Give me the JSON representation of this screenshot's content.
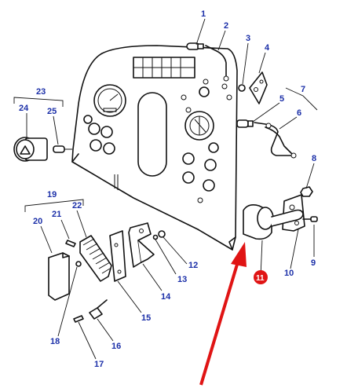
{
  "callouts": [
    {
      "n": "1"
    },
    {
      "n": "2"
    },
    {
      "n": "3"
    },
    {
      "n": "4"
    },
    {
      "n": "5"
    },
    {
      "n": "6"
    },
    {
      "n": "7"
    },
    {
      "n": "8"
    },
    {
      "n": "9"
    },
    {
      "n": "10"
    },
    {
      "n": "11"
    },
    {
      "n": "12"
    },
    {
      "n": "13"
    },
    {
      "n": "14"
    },
    {
      "n": "15"
    },
    {
      "n": "16"
    },
    {
      "n": "17"
    },
    {
      "n": "18"
    },
    {
      "n": "19"
    },
    {
      "n": "20"
    },
    {
      "n": "21"
    },
    {
      "n": "22"
    },
    {
      "n": "23"
    },
    {
      "n": "24"
    },
    {
      "n": "25"
    }
  ],
  "highlight": {
    "n": "11",
    "color": "#e01414"
  },
  "colors": {
    "label": "#1b2fa8",
    "line": "#111111",
    "arrow": "#e01414"
  }
}
